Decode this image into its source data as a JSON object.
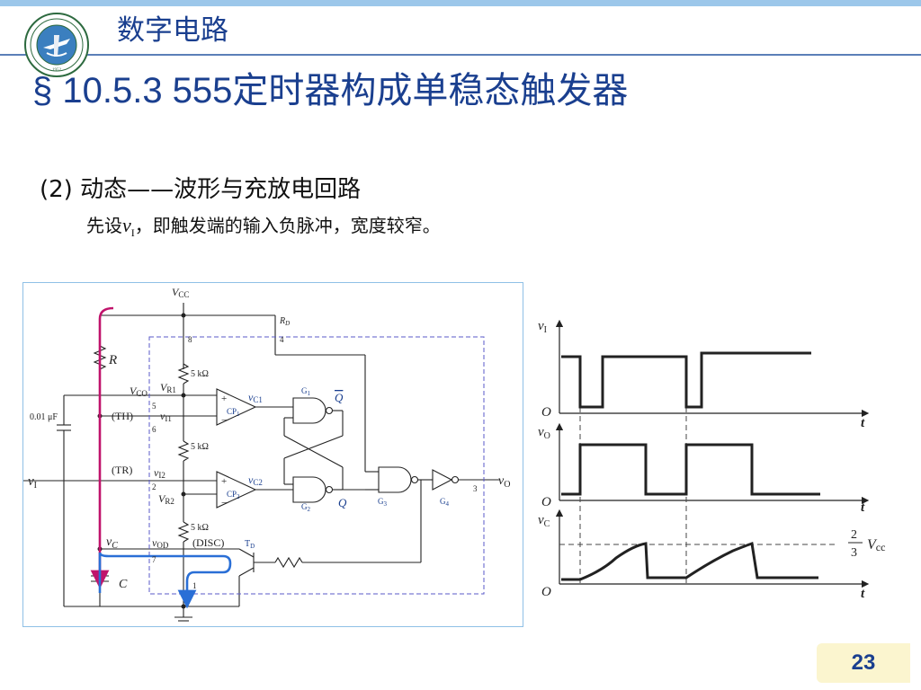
{
  "header": {
    "course_title": "数字电路",
    "section_title": "§ 10.5.3  555定时器构成单稳态触发器"
  },
  "content": {
    "subtitle": "(2) 动态——波形与充放电回路",
    "body_prefix": "先设",
    "body_var": "v",
    "body_var_sub": "I",
    "body_suffix": "，即触发端的输入负脉冲，宽度较窄。"
  },
  "circuit": {
    "vcc_label": "V",
    "vcc_sub": "CC",
    "rd_label": "R",
    "rd_sub": "D",
    "pin8": "8",
    "pin4": "4",
    "pin5": "5",
    "pin6": "6",
    "pin2": "2",
    "pin7": "7",
    "pin1": "1",
    "pin3": "3",
    "r_label": "R",
    "r1_value": "5 kΩ",
    "r2_value": "5 kΩ",
    "r3_value": "5 kΩ",
    "vco": "V",
    "vco_sub": "CO",
    "vr1": "V",
    "vr1_sub": "R1",
    "vr2": "V",
    "vr2_sub": "R2",
    "cap_value": "0.01 μF",
    "th_label": "(TH)",
    "tr_label": "(TR)",
    "vi1": "v",
    "vi1_sub": "I1",
    "vi2": "v",
    "vi2_sub": "I2",
    "vi": "v",
    "vi_sub": "I",
    "vc1": "v",
    "vc1_sub": "C1",
    "vc2": "v",
    "vc2_sub": "C2",
    "cp1": "CP",
    "cp1_sub": "1",
    "cp2": "CP",
    "cp2_sub": "2",
    "g1": "G",
    "g1_sub": "1",
    "g2": "G",
    "g2_sub": "2",
    "g3": "G",
    "g3_sub": "3",
    "g4": "G",
    "g4_sub": "4",
    "q_bar": "Q",
    "q": "Q",
    "vo": "v",
    "vo_sub": "O",
    "vc": "v",
    "vc_sub": "C",
    "vod": "v",
    "vod_sub": "OD",
    "disc": "(DISC)",
    "td": "T",
    "td_sub": "D",
    "c_label": "C",
    "plus": "+",
    "minus": "−"
  },
  "waveform": {
    "vi": "v",
    "vi_sub": "I",
    "vo": "v",
    "vo_sub": "O",
    "vc": "v",
    "vc_sub": "C",
    "origin": "O",
    "t": "t",
    "threshold_num": "2",
    "threshold_den": "3",
    "threshold_v": "V",
    "threshold_sub": "cc"
  },
  "footer": {
    "page_number": "23"
  },
  "colors": {
    "title_blue": "#1a3f8f",
    "header_line": "#5b7fb8",
    "top_bar": "#9cc7ea",
    "charge_path": "#c0136b",
    "discharge_path": "#2a6fd6",
    "dashed_box": "#5a5ac8",
    "page_box": "#fbf5cf"
  }
}
